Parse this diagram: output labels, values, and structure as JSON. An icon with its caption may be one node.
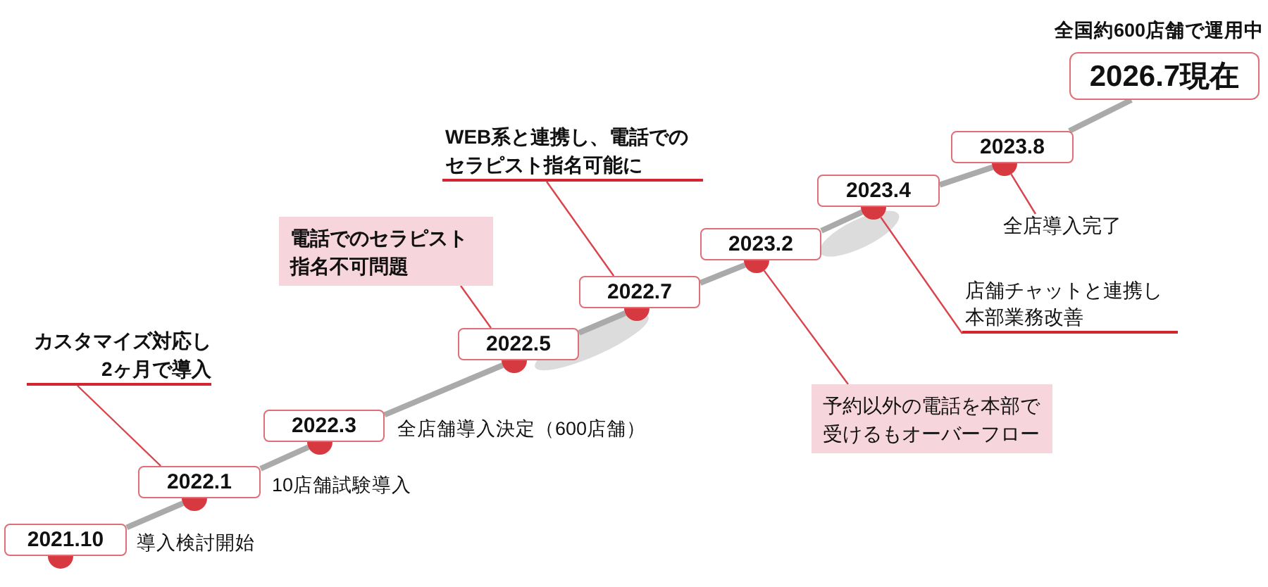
{
  "diagram": {
    "nodes": [
      {
        "text": [
          "2021.10"
        ],
        "beside": [
          "導入検討開始"
        ]
      },
      {
        "text": [
          "2022.1"
        ],
        "beside": [
          "10店舗試験導入"
        ]
      },
      {
        "text": [
          "カスタマイズ対応し2ヶ月で導入"
        ]
      },
      {
        "text": [
          "2022.3"
        ],
        "beside": [
          "全店舗導入決定（600店舗）"
        ]
      },
      {
        "text": [
          "2022.5"
        ]
      },
      {
        "text": [
          "電話でのセラピスト指名不可問題"
        ]
      },
      {
        "text": [
          "2022.7"
        ]
      },
      {
        "text": [
          "WEB系と連携し、電話でのセラピスト指名可能に"
        ]
      },
      {
        "text": [
          "2023.2"
        ]
      },
      {
        "text": [
          "予約以外の電話を本部で受けるもオーバーフロー"
        ]
      },
      {
        "text": [
          "2023.4"
        ]
      },
      {
        "text": [
          "店舗チャットと連携し本部業務改善"
        ]
      },
      {
        "text": [
          "2023.8"
        ]
      },
      {
        "text": [
          "全店導入完了"
        ]
      },
      {
        "text": [
          "2026.7現在"
        ],
        "beside": [
          "全国約600店舗で運用中"
        ]
      }
    ],
    "edges": [
      {
        "from": 0,
        "to": 1,
        "arrow": "none"
      },
      {
        "from": 1,
        "to": 3,
        "arrow": "none"
      },
      {
        "from": 3,
        "to": 4,
        "arrow": "none"
      },
      {
        "from": 4,
        "to": 6,
        "arrow": "none"
      },
      {
        "from": 6,
        "to": 8,
        "arrow": "none"
      },
      {
        "from": 8,
        "to": 10,
        "arrow": "none"
      },
      {
        "from": 10,
        "to": 12,
        "arrow": "none"
      },
      {
        "from": 12,
        "to": 14,
        "arrow": "none"
      },
      {
        "from": 2,
        "to": 1,
        "arrow": "none",
        "color": "#d9434b"
      },
      {
        "from": 5,
        "to": 4,
        "arrow": "none",
        "color": "#d9434b"
      },
      {
        "from": 7,
        "to": 6,
        "arrow": "none",
        "color": "#d9434b"
      },
      {
        "from": 9,
        "to": 8,
        "arrow": "none",
        "color": "#d9434b"
      },
      {
        "from": 11,
        "to": 10,
        "arrow": "none",
        "color": "#d9434b"
      },
      {
        "from": 13,
        "to": 12,
        "arrow": "none",
        "color": "#d9434b"
      }
    ]
  }
}
